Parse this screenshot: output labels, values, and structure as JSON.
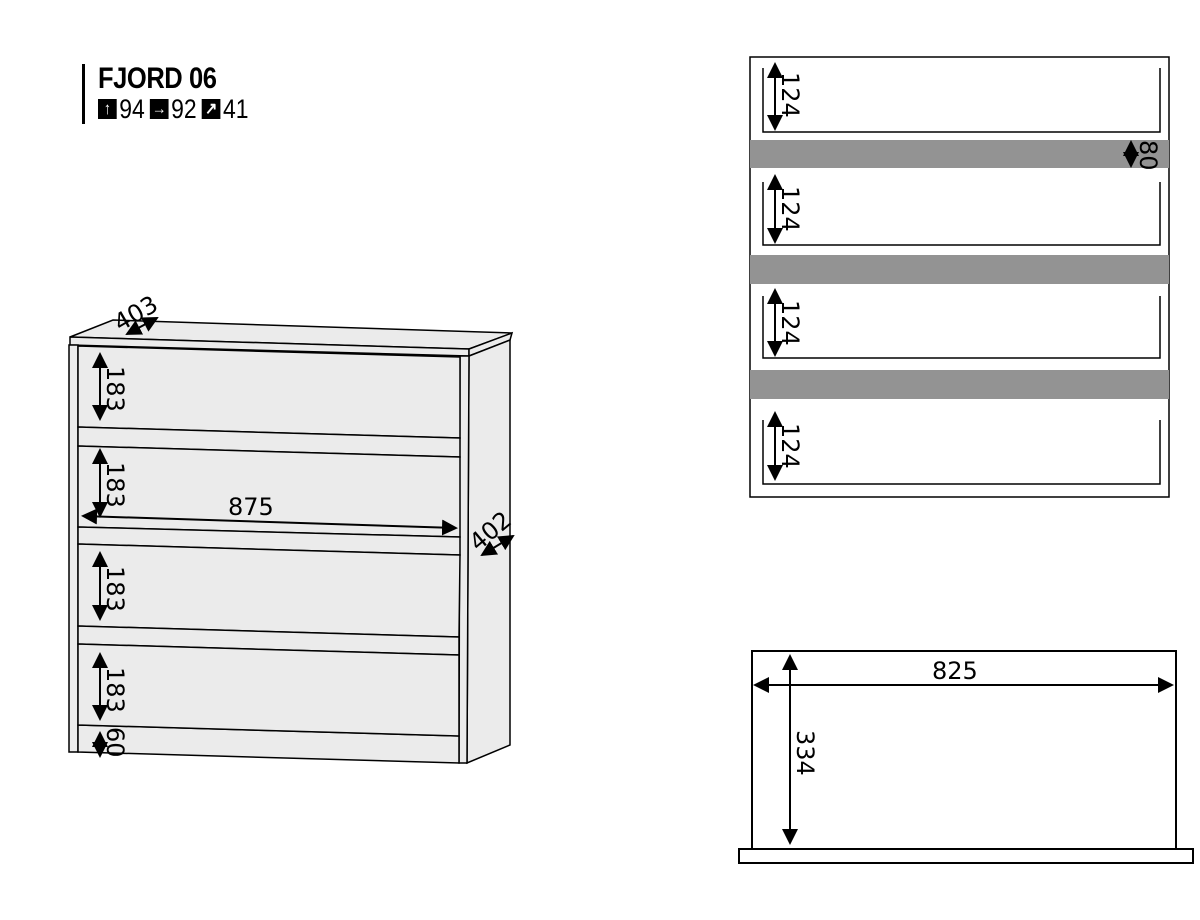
{
  "title": "FJORD 06",
  "specs": [
    {
      "icon": "arrow-up-icon",
      "glyph": "↑",
      "value": "94"
    },
    {
      "icon": "arrow-right-icon",
      "glyph": "→",
      "value": "92"
    },
    {
      "icon": "arrow-diagonal-icon",
      "glyph": "↗",
      "value": "41"
    }
  ],
  "front_view": {
    "depth_top": "403",
    "drawer_heights": [
      "183",
      "183",
      "183",
      "183"
    ],
    "width": "875",
    "side_depth": "402",
    "plinth": "60"
  },
  "drawer_section": {
    "drawer_heights": [
      "124",
      "124",
      "124",
      "124"
    ],
    "gap": "80"
  },
  "drawer_top_view": {
    "width": "825",
    "depth": "334"
  },
  "colors": {
    "panel": "#ebebeb",
    "band": "#939393",
    "line": "#000000"
  }
}
